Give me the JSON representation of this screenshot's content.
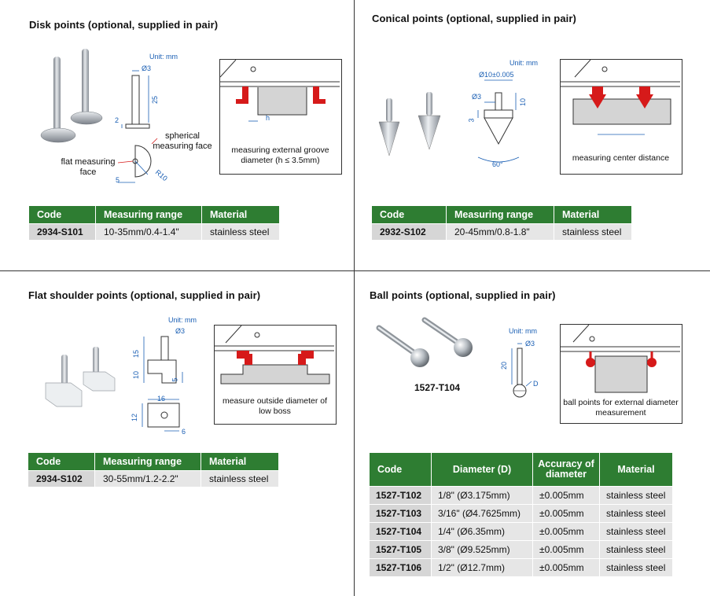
{
  "colors": {
    "header_green": "#2e7d32",
    "cell_grey": "#e6e6e6",
    "dim_blue": "#1a5fb4",
    "red": "#d61a1a"
  },
  "disk": {
    "title": "Disk points (optional, supplied in pair)",
    "unit": "Unit: mm",
    "dims": {
      "d": "Ø3",
      "len": "25",
      "thick": "2",
      "h": "h",
      "w": "5",
      "r": "R10"
    },
    "label_spherical": "spherical measuring face",
    "label_flat": "flat measuring face",
    "caption": "measuring external groove diameter (h ≤ 3.5mm)",
    "table": {
      "headers": [
        "Code",
        "Measuring range",
        "Material"
      ],
      "rows": [
        [
          "2934-S101",
          "10-35mm/0.4-1.4\"",
          "stainless steel"
        ]
      ]
    }
  },
  "conical": {
    "title": "Conical points (optional, supplied in pair)",
    "unit": "Unit: mm",
    "dims": {
      "top": "Ø10±0.005",
      "d": "Ø3",
      "len": "10",
      "h": "3",
      "angle": "60°"
    },
    "caption": "measuring center distance",
    "table": {
      "headers": [
        "Code",
        "Measuring range",
        "Material"
      ],
      "rows": [
        [
          "2932-S102",
          "20-45mm/0.8-1.8\"",
          "stainless steel"
        ]
      ]
    }
  },
  "flat": {
    "title": "Flat shoulder points (optional, supplied in pair)",
    "unit": "Unit: mm",
    "dims": {
      "d": "Ø3",
      "a": "15",
      "b": "10",
      "c": "5",
      "w": "16",
      "h": "12",
      "e": "6"
    },
    "caption": "measure outside diameter of low boss",
    "table": {
      "headers": [
        "Code",
        "Measuring range",
        "Material"
      ],
      "rows": [
        [
          "2934-S102",
          "30-55mm/1.2-2.2\"",
          "stainless steel"
        ]
      ]
    }
  },
  "ball": {
    "title": "Ball points (optional, supplied in pair)",
    "model": "1527-T104",
    "unit": "Unit: mm",
    "dims": {
      "d": "Ø3",
      "len": "20",
      "D": "D"
    },
    "caption": "ball points for external diameter measurement",
    "table": {
      "headers": [
        "Code",
        "Diameter (D)",
        "Accuracy of diameter",
        "Material"
      ],
      "rows": [
        [
          "1527-T102",
          "1/8\" (Ø3.175mm)",
          "±0.005mm",
          "stainless steel"
        ],
        [
          "1527-T103",
          "3/16\" (Ø4.7625mm)",
          "±0.005mm",
          "stainless steel"
        ],
        [
          "1527-T104",
          "1/4\" (Ø6.35mm)",
          "±0.005mm",
          "stainless steel"
        ],
        [
          "1527-T105",
          "3/8\" (Ø9.525mm)",
          "±0.005mm",
          "stainless steel"
        ],
        [
          "1527-T106",
          "1/2\" (Ø12.7mm)",
          "±0.005mm",
          "stainless steel"
        ]
      ]
    }
  }
}
